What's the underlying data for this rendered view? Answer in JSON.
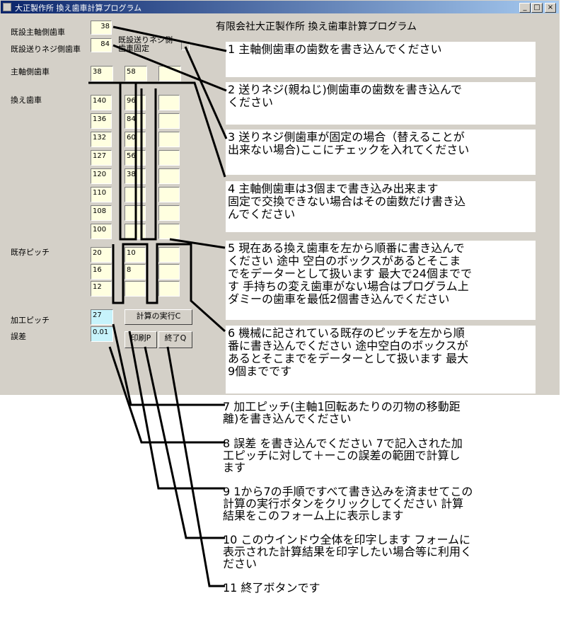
{
  "window": {
    "title": "大正製作所 換え歯車計算プログラム",
    "controls": [
      "_",
      "□",
      "×"
    ]
  },
  "header": {
    "company_title": "有限会社大正製作所 換え歯車計算プログラム"
  },
  "form": {
    "existing_spindle_label": "既設主軸側歯車",
    "existing_spindle_value": "38",
    "existing_feed_label": "既設送りネジ側歯車",
    "existing_feed_value": "84",
    "fixed_label": "既設送りネジ側\n歯車固定",
    "spindle_gear_label": "主軸側歯車",
    "spindle_gears": [
      "38",
      "58",
      ""
    ],
    "change_gear_label": "換え歯車",
    "change_gears_col1": [
      "140",
      "136",
      "132",
      "127",
      "120",
      "110",
      "108",
      "100"
    ],
    "change_gears_col2": [
      "96",
      "84",
      "60",
      "56",
      "38",
      "",
      "",
      ""
    ],
    "change_gears_col3": [
      "",
      "",
      "",
      "",
      "",
      "",
      "",
      ""
    ],
    "existing_pitch_label": "既存ピッチ",
    "pitch_col1": [
      "20",
      "16",
      "12"
    ],
    "pitch_col2": [
      "10",
      "8",
      ""
    ],
    "pitch_col3": [
      "",
      "",
      ""
    ],
    "machining_pitch_label": "加工ピッチ",
    "machining_pitch_value": "27",
    "tolerance_label": "誤差",
    "tolerance_value": "0.01",
    "calc_button": "計算の実行C",
    "print_button": "印刷P",
    "exit_button": "終了Q"
  },
  "notes": [
    "1 主軸側歯車の歯数を書き込んでください",
    "2 送りネジ(親ねじ)側歯車の歯数を書き込んで\nください",
    "3 送りネジ側歯車が固定の場合（替えることが\n出来ない場合)ここにチェックを入れてください",
    "4 主軸側歯車は3個まで書き込み出来ます\n固定で交換できない場合はその歯数だけ書き込\nんでください",
    "5 現在ある換え歯車を左から順番に書き込んで\nください 途中 空白のボックスがあるとそこま\nでをデーターとして扱います 最大で24個までで\nす 手持ちの変え歯車がない場合はプログラム上\nダミーの歯車を最低2個書き込んでください",
    "6 機械に記されている既存のピッチを左から順\n番に書き込んでください 途中空白のボックスが\nあるとそこまでをデーターとして扱います 最大\n9個までです",
    "7 加工ピッチ(主軸1回転あたりの刃物の移動距\n離)を書き込んでください",
    "8 誤差 を書き込んでください 7で記入された加\n工ピッチに対して＋ーこの誤差の範囲で計算し\nます",
    "9 1から7の手順ですべて書き込みを済ませてこの\n計算の実行ボタンをクリックしてください 計算\n結果をこのフォーム上に表示します",
    "10 このウインドウ全体を印字します フォームに\n表示された計算結果を印字したい場合等に利用く\nださい",
    "11 終了ボタンです"
  ]
}
